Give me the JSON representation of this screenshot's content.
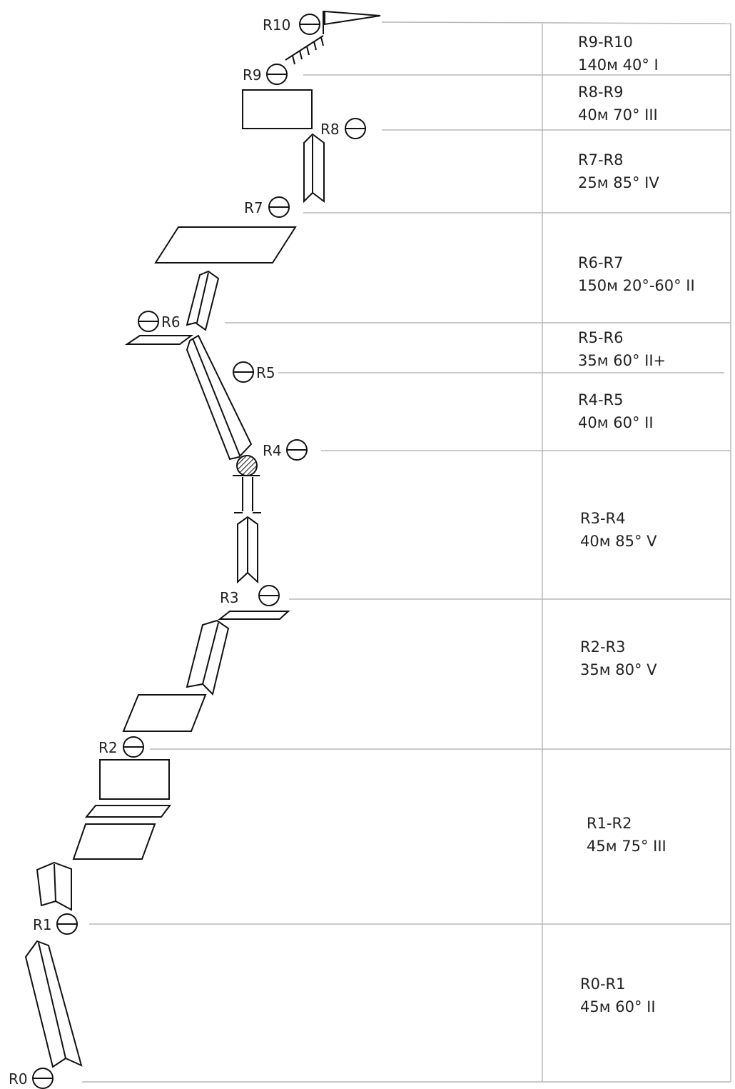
{
  "title": "",
  "anchors": [
    "R0",
    "R1",
    "R2",
    "R3",
    "R4",
    "R5",
    "R6",
    "R7",
    "R8",
    "R9",
    "R10"
  ],
  "pitches": [
    {
      "name": "R9-R10",
      "details": "140м 40°  I"
    },
    {
      "name": "R8-R9",
      "details": "40м 70°  III"
    },
    {
      "name": "R7-R8",
      "details": "25м 85°  IV"
    },
    {
      "name": "R6-R7",
      "details": "150м 20°-60°  II"
    },
    {
      "name": "R5-R6",
      "details": "35м 60°  II+"
    },
    {
      "name": "R4-R5",
      "details": "40м 60°  II"
    },
    {
      "name": "R3-R4",
      "details": "40м 85°  V"
    },
    {
      "name": "R2-R3",
      "details": "35м 80°  V"
    },
    {
      "name": "R1-R2",
      "details": "45м 75°  III"
    },
    {
      "name": "R0-R1",
      "details": "45м 60°  II"
    }
  ],
  "colors": {
    "line": "#111111",
    "grid": "#b8b8b8",
    "text": "#222222"
  },
  "icons": [
    "belay-anchor-icon",
    "summit-flag-icon",
    "bivouac-ledge-icon",
    "snow-cornice-icon"
  ]
}
